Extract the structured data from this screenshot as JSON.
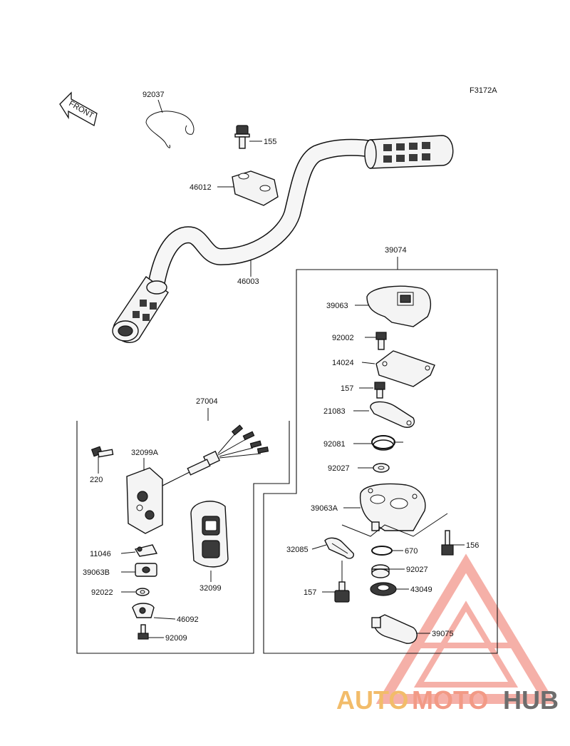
{
  "diagram": {
    "code": "F3172A",
    "front_label": "FRONT",
    "parts": {
      "p92037": "92037",
      "p155": "155",
      "p46012": "46012",
      "p46003": "46003",
      "p39074": "39074",
      "p39063": "39063",
      "p92002": "92002",
      "p14024": "14024",
      "p157a": "157",
      "p21083": "21083",
      "p92081": "92081",
      "p92027a": "92027",
      "p39063A": "39063A",
      "p156": "156",
      "p32085": "32085",
      "p670": "670",
      "p92027b": "92027",
      "p157b": "157",
      "p43049": "43049",
      "p39075": "39075",
      "p27004": "27004",
      "p32099A": "32099A",
      "p220": "220",
      "p11046": "11046",
      "p39063B": "39063B",
      "p92022": "92022",
      "p32099": "32099",
      "p46092": "46092",
      "p92009": "92009"
    }
  },
  "watermark": {
    "auto": "AUTO",
    "moto": "MOTO",
    "hub": "HUB",
    "color_auto": "#f2bc6a",
    "color_moto": "#f29a86",
    "color_hub": "#6d6d6d",
    "color_triangle": "#f4a39a"
  }
}
